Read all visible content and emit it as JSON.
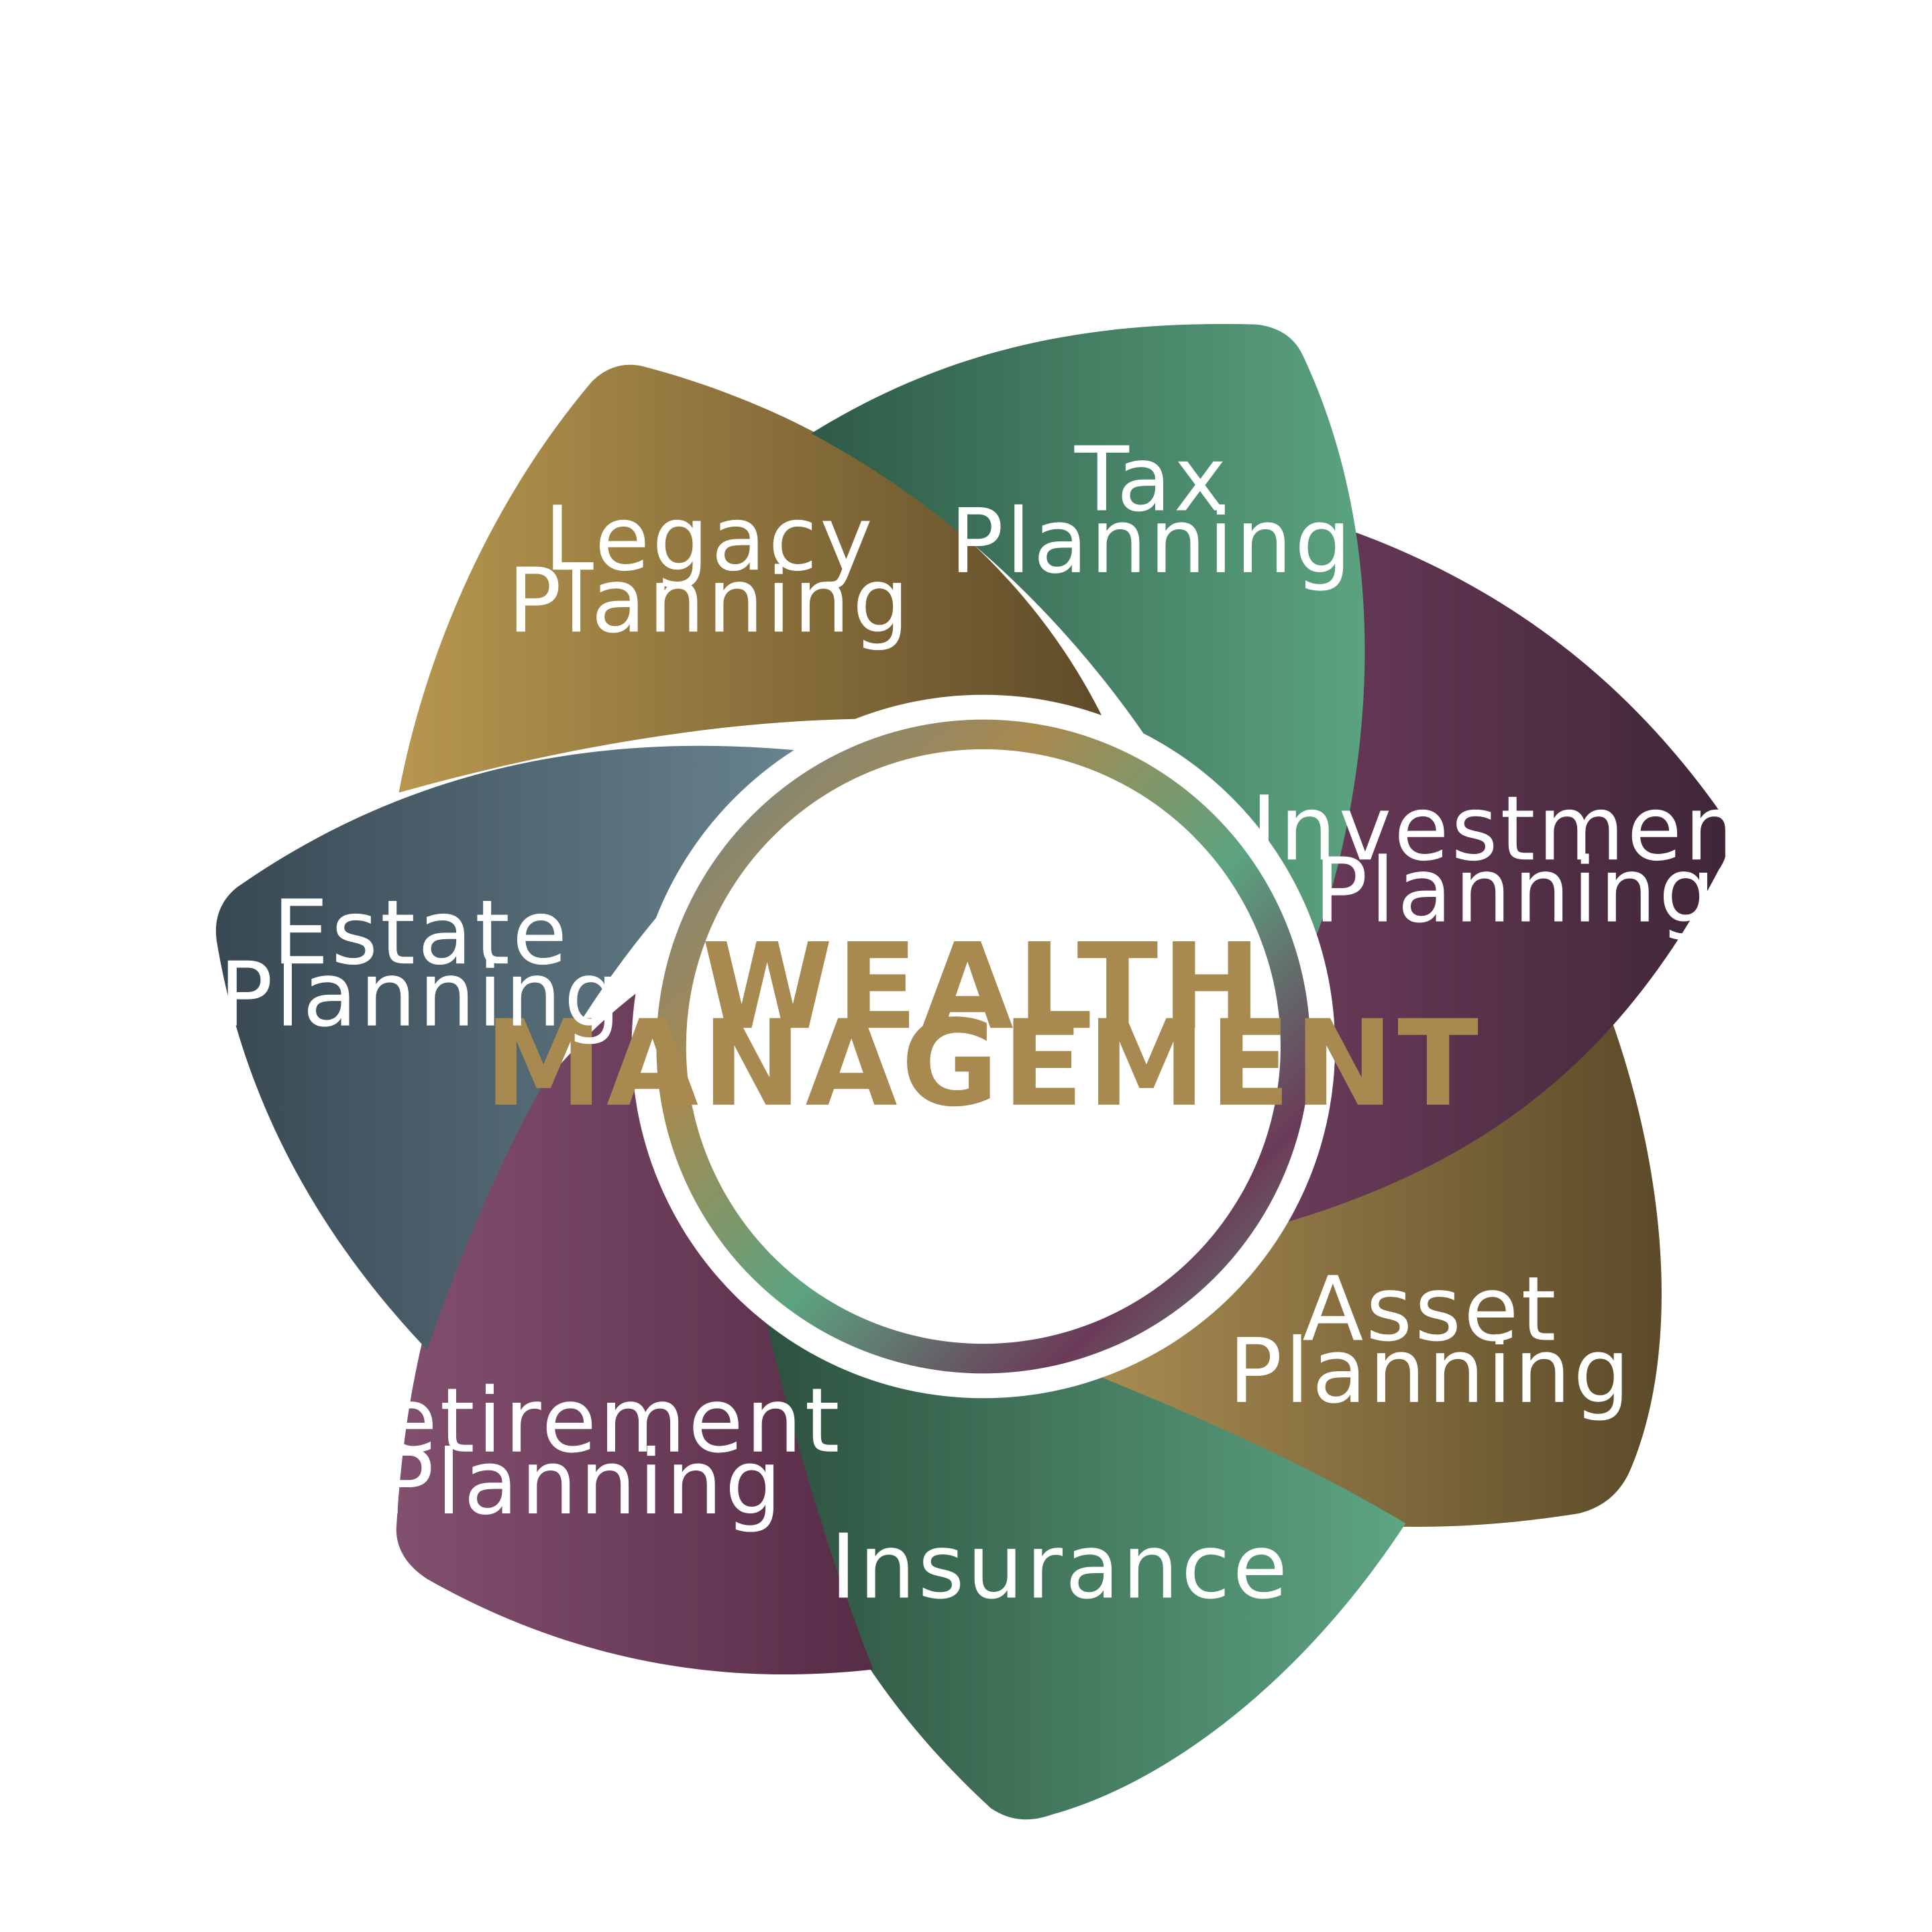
{
  "center": {
    "line1": "WEALTH",
    "line2": "MANAGEMENT",
    "color": "#a8894f"
  },
  "segments": [
    {
      "id": "tax",
      "line1": "Tax",
      "line2": "Planning",
      "colors": [
        "#2f5a48",
        "#5ba380"
      ]
    },
    {
      "id": "investment",
      "line1": "Investment",
      "line2": "Planning",
      "colors": [
        "#6b3a58",
        "#3f2438"
      ]
    },
    {
      "id": "asset",
      "line1": "Asset",
      "line2": "Planning",
      "colors": [
        "#b59a5a",
        "#5a4a2a"
      ]
    },
    {
      "id": "insurance",
      "line1": "Insurance",
      "line2": "",
      "colors": [
        "#2e5240",
        "#5ba380"
      ]
    },
    {
      "id": "retirement",
      "line1": "Retirement",
      "line2": "Planning",
      "colors": [
        "#7d4b6b",
        "#5c2f4a"
      ]
    },
    {
      "id": "estate",
      "line1": "Estate",
      "line2": "Planning",
      "colors": [
        "#3a4a55",
        "#6a8590"
      ]
    },
    {
      "id": "legacy",
      "line1": "Legacy",
      "line2": "Planning",
      "colors": [
        "#b5954f",
        "#5e4b2a"
      ]
    }
  ]
}
